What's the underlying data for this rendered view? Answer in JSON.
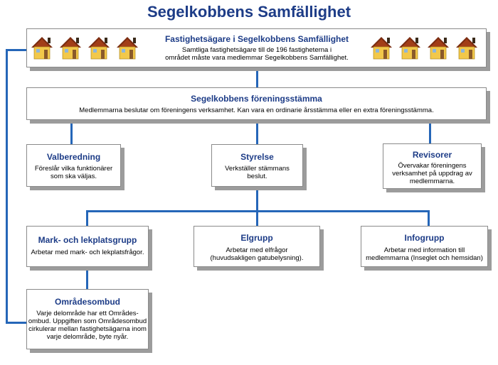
{
  "title": "Segelkobbens Samfällighet",
  "owners": {
    "title": "Fastighetsägare i Segelkobbens Samfällighet",
    "desc_line1": "Samtliga fastighetsägare till de 196 fastigheterna i",
    "desc_line2": "området måste vara medlemmar Segelkobbens Samfällighet."
  },
  "meeting": {
    "title": "Segelkobbens föreningsstämma",
    "desc": "Medlemmarna beslutar om föreningens verksamhet. Kan vara en ordinarie årsstämma eller en extra föreningsstämma."
  },
  "nomination": {
    "title": "Valberedning",
    "desc_line1": "Föreslår vilka funktionärer",
    "desc_line2": "som ska väljas."
  },
  "board": {
    "title": "Styrelse",
    "desc_line1": "Verkställer stämmans",
    "desc_line2": "beslut."
  },
  "auditors": {
    "title": "Revisorer",
    "desc_line1": "Övervakar föreningens",
    "desc_line2": "verksamhet på uppdrag av",
    "desc_line3": "medlemmarna."
  },
  "land_group": {
    "title": "Mark- och lekplatsgrupp",
    "desc": "Arbetar med mark- och lekplatsfrågor."
  },
  "electric_group": {
    "title": "Elgrupp",
    "desc_line1": "Arbetar med elfrågor",
    "desc_line2": "(huvudsakligen gatubelysning)."
  },
  "info_group": {
    "title": "Infogrupp",
    "desc_line1": "Arbetar med information till",
    "desc_line2": "medlemmarna (Inseglet och hemsidan)"
  },
  "area_rep": {
    "title": "Områdesombud",
    "desc_line1": "Varje delområde har ett Områdes-",
    "desc_line2": "ombud. Uppgiften som Områdesombud",
    "desc_line3": "cirkulerar mellan fastighetsägarna inom",
    "desc_line4": "varje delområde, byte nyår."
  },
  "colors": {
    "title": "#1d3c87",
    "connector": "#2566b8",
    "shadow": "#9c9c9c"
  },
  "icons": [
    "house-icon"
  ]
}
